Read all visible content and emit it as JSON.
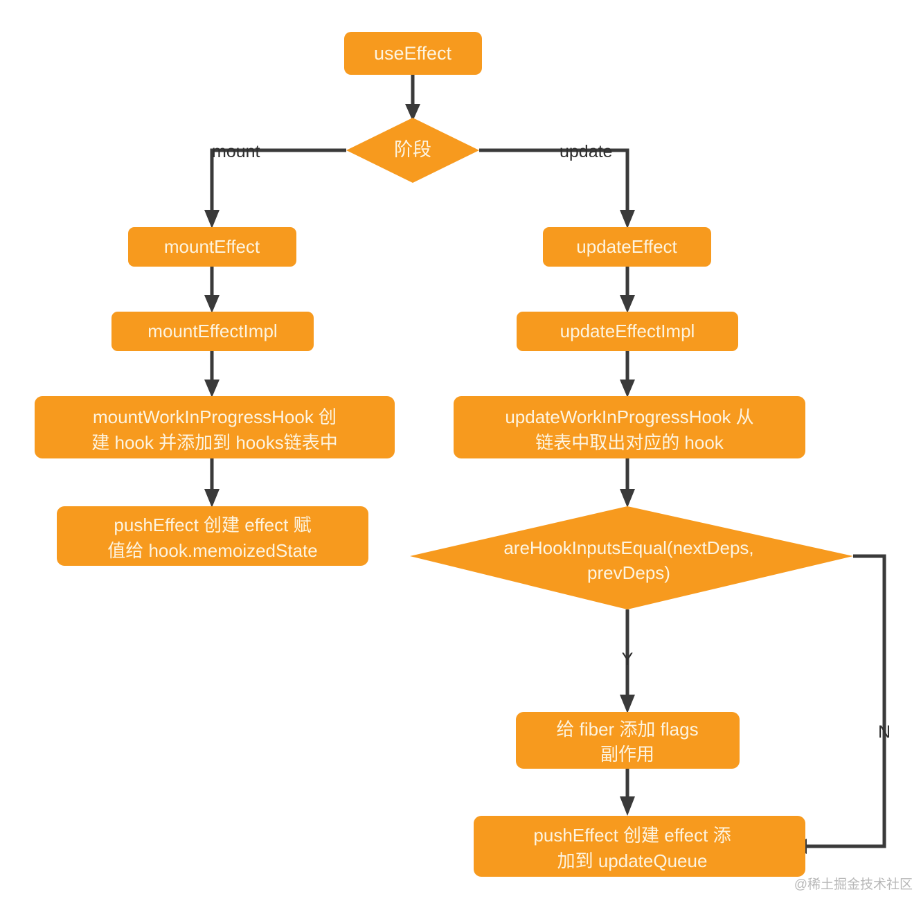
{
  "diagram": {
    "type": "flowchart",
    "title": "useEffect mount / update flow",
    "accent_color": "#f79a1e",
    "text_color": "#fdf4e0",
    "edge_color": "#3a3a3a",
    "background_color": "#ffffff",
    "nodes": [
      {
        "id": "useEffect",
        "shape": "rounded-rect",
        "label": "useEffect"
      },
      {
        "id": "phase",
        "shape": "diamond",
        "label": "阶段"
      },
      {
        "id": "mountEffect",
        "shape": "rounded-rect",
        "label": "mountEffect"
      },
      {
        "id": "mountEffectImpl",
        "shape": "rounded-rect",
        "label": "mountEffectImpl"
      },
      {
        "id": "mountWip",
        "shape": "rounded-rect",
        "label_line1": "mountWorkInProgressHook 创",
        "label_line2": "建 hook 并添加到 hooks链表中"
      },
      {
        "id": "pushEffectMount",
        "shape": "rounded-rect",
        "label_line1": "pushEffect 创建 effect 赋",
        "label_line2": "值给 hook.memoizedState"
      },
      {
        "id": "updateEffect",
        "shape": "rounded-rect",
        "label": "updateEffect"
      },
      {
        "id": "updateEffectImpl",
        "shape": "rounded-rect",
        "label": "updateEffectImpl"
      },
      {
        "id": "updateWip",
        "shape": "rounded-rect",
        "label_line1": "updateWorkInProgressHook 从",
        "label_line2": "链表中取出对应的 hook"
      },
      {
        "id": "areHookInputsEqual",
        "shape": "diamond",
        "label_line1": "areHookInputsEqual(nextDeps,",
        "label_line2": "prevDeps)"
      },
      {
        "id": "fiberFlags",
        "shape": "rounded-rect",
        "label_line1": "给 fiber 添加 flags",
        "label_line2": "副作用"
      },
      {
        "id": "pushEffectUpdate",
        "shape": "rounded-rect",
        "label_line1": "pushEffect 创建 effect 添",
        "label_line2": "加到 updateQueue"
      }
    ],
    "edge_labels": {
      "mount": "mount",
      "update": "update",
      "yes": "Y",
      "no": "N"
    }
  },
  "watermark": {
    "text": "@稀土掘金技术社区"
  }
}
